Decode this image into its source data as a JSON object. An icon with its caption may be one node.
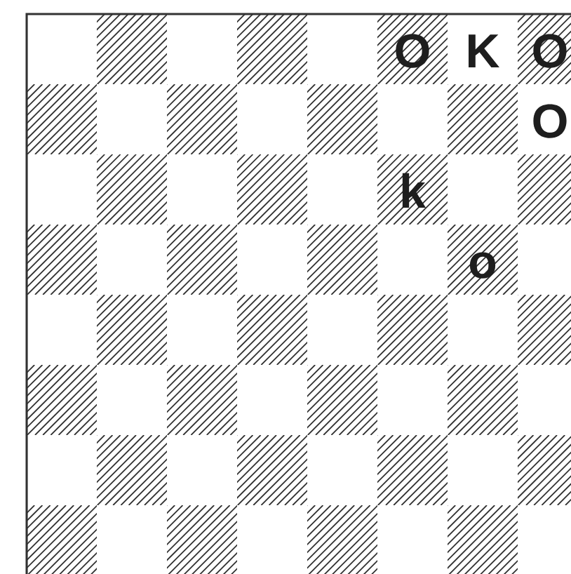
{
  "diagram": {
    "labels": [
      "O",
      "K",
      "O",
      "O",
      "k",
      "o"
    ]
  }
}
